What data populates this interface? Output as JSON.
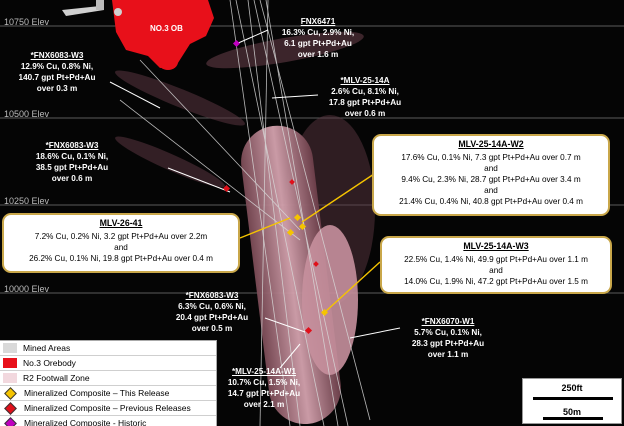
{
  "elevations": [
    "10750 Elev",
    "10500 Elev",
    "10250 Elev",
    "10000 Elev"
  ],
  "orebody_label": "NO.3 OB",
  "labels": {
    "fnx6471": {
      "title": "FNX6471",
      "lines": [
        "16.3% Cu, 2.9% Ni,",
        "6.1 gpt Pt+Pd+Au",
        "over 1.6 m"
      ]
    },
    "fnx6083_w3_a": {
      "title": "*FNX6083-W3",
      "lines": [
        "12.9% Cu, 0.8% Ni,",
        "140.7 gpt Pt+Pd+Au",
        "over 0.3 m"
      ]
    },
    "mlv25_14a": {
      "title": "*MLV-25-14A",
      "lines": [
        "2.6% Cu, 8.1% Ni,",
        "17.8 gpt Pt+Pd+Au",
        "over 0.6 m"
      ]
    },
    "fnx6083_w3_b": {
      "title": "*FNX6083-W3",
      "lines": [
        "18.6% Cu, 0.1% Ni,",
        "38.5 gpt Pt+Pd+Au",
        "over 0.6 m"
      ]
    },
    "fnx6083_w3_c": {
      "title": "*FNX6083-W3",
      "lines": [
        "6.3% Cu, 0.6% Ni,",
        "20.4 gpt Pt+Pd+Au",
        "over 0.5 m"
      ]
    },
    "fnx6070_w1": {
      "title": "*FNX6070-W1",
      "lines": [
        "5.7% Cu, 0.1% Ni,",
        "28.3 gpt Pt+Pd+Au",
        "over 1.1 m"
      ]
    },
    "mlv25_14a_w1": {
      "title": "*MLV-25-14A-W1",
      "lines": [
        "10.7% Cu, 1.5% Ni,",
        "14.7 gpt Pt+Pd+Au",
        "over 2.1 m"
      ]
    }
  },
  "boxes": {
    "w2": {
      "title": "MLV-25-14A-W2",
      "lines": [
        "17.6% Cu, 0.1% Ni, 7.3 gpt Pt+Pd+Au over 0.7 m",
        "and",
        "9.4% Cu, 2.3% Ni, 28.7 gpt Pt+Pd+Au over 3.4 m",
        "and",
        "21.4% Cu, 0.4% Ni, 40.8 gpt Pt+Pd+Au over 0.4 m"
      ]
    },
    "mlv26": {
      "title": "MLV-26-41",
      "lines": [
        "7.2% Cu, 0.2% Ni, 3.2 gpt Pt+Pd+Au over 2.2m",
        "and",
        "26.2% Cu, 0.1% Ni, 19.8 gpt Pt+Pd+Au over 0.4 m"
      ]
    },
    "w3": {
      "title": "MLV-25-14A-W3",
      "lines": [
        "22.5% Cu, 1.4% Ni, 49.9 gpt Pt+Pd+Au over 1.1 m",
        "and",
        "14.0% Cu, 1.9% Ni, 47.2 gpt Pt+Pd+Au over 1.5 m"
      ]
    }
  },
  "legend": [
    {
      "label": "Mined Areas",
      "swatch": "#d9d9d9",
      "kind": "box"
    },
    {
      "label": "No.3 Orebody",
      "swatch": "#e8101a",
      "kind": "box"
    },
    {
      "label": "R2 Footwall Zone",
      "swatch": "#f2d8de",
      "kind": "box"
    },
    {
      "label": "Mineralized Composite – This Release",
      "swatch": "#f5c400",
      "kind": "diamond"
    },
    {
      "label": "Mineralized Composite – Previous Releases",
      "swatch": "#e0101a",
      "kind": "diamond"
    },
    {
      "label": "Mineralized Composite - Historic",
      "swatch": "#c000c0",
      "kind": "diamond"
    }
  ],
  "scale": {
    "top": "250ft",
    "bottom": "50m"
  },
  "colors": {
    "orebody": "#e8101a",
    "footwall": "#c88a99",
    "leader": "#f5c400",
    "box_border": "#c9a74a"
  }
}
